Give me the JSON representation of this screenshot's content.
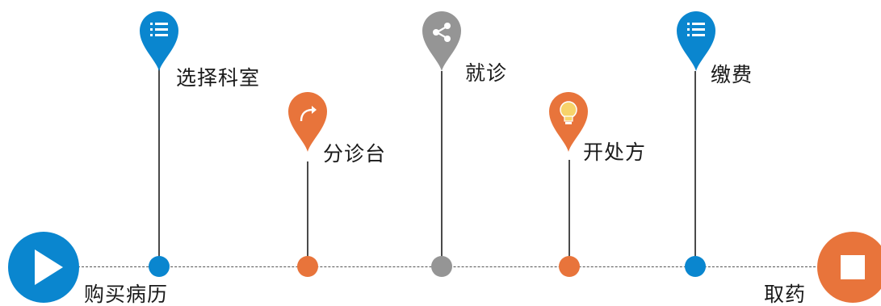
{
  "start": {
    "label": "购买病历",
    "icon": "play-icon",
    "color": "#0a86cf"
  },
  "end": {
    "label": "取药",
    "icon": "stop-icon",
    "color": "#e8743b"
  },
  "steps": [
    {
      "label": "选择科室",
      "icon": "list-icon",
      "color": "#0a86cf"
    },
    {
      "label": "分诊台",
      "icon": "curved-arrow-icon",
      "color": "#e8743b"
    },
    {
      "label": "就诊",
      "icon": "share-icon",
      "color": "#959595"
    },
    {
      "label": "开处方",
      "icon": "lightbulb-icon",
      "color": "#e8743b"
    },
    {
      "label": "缴费",
      "icon": "list-icon",
      "color": "#0a86cf"
    }
  ]
}
